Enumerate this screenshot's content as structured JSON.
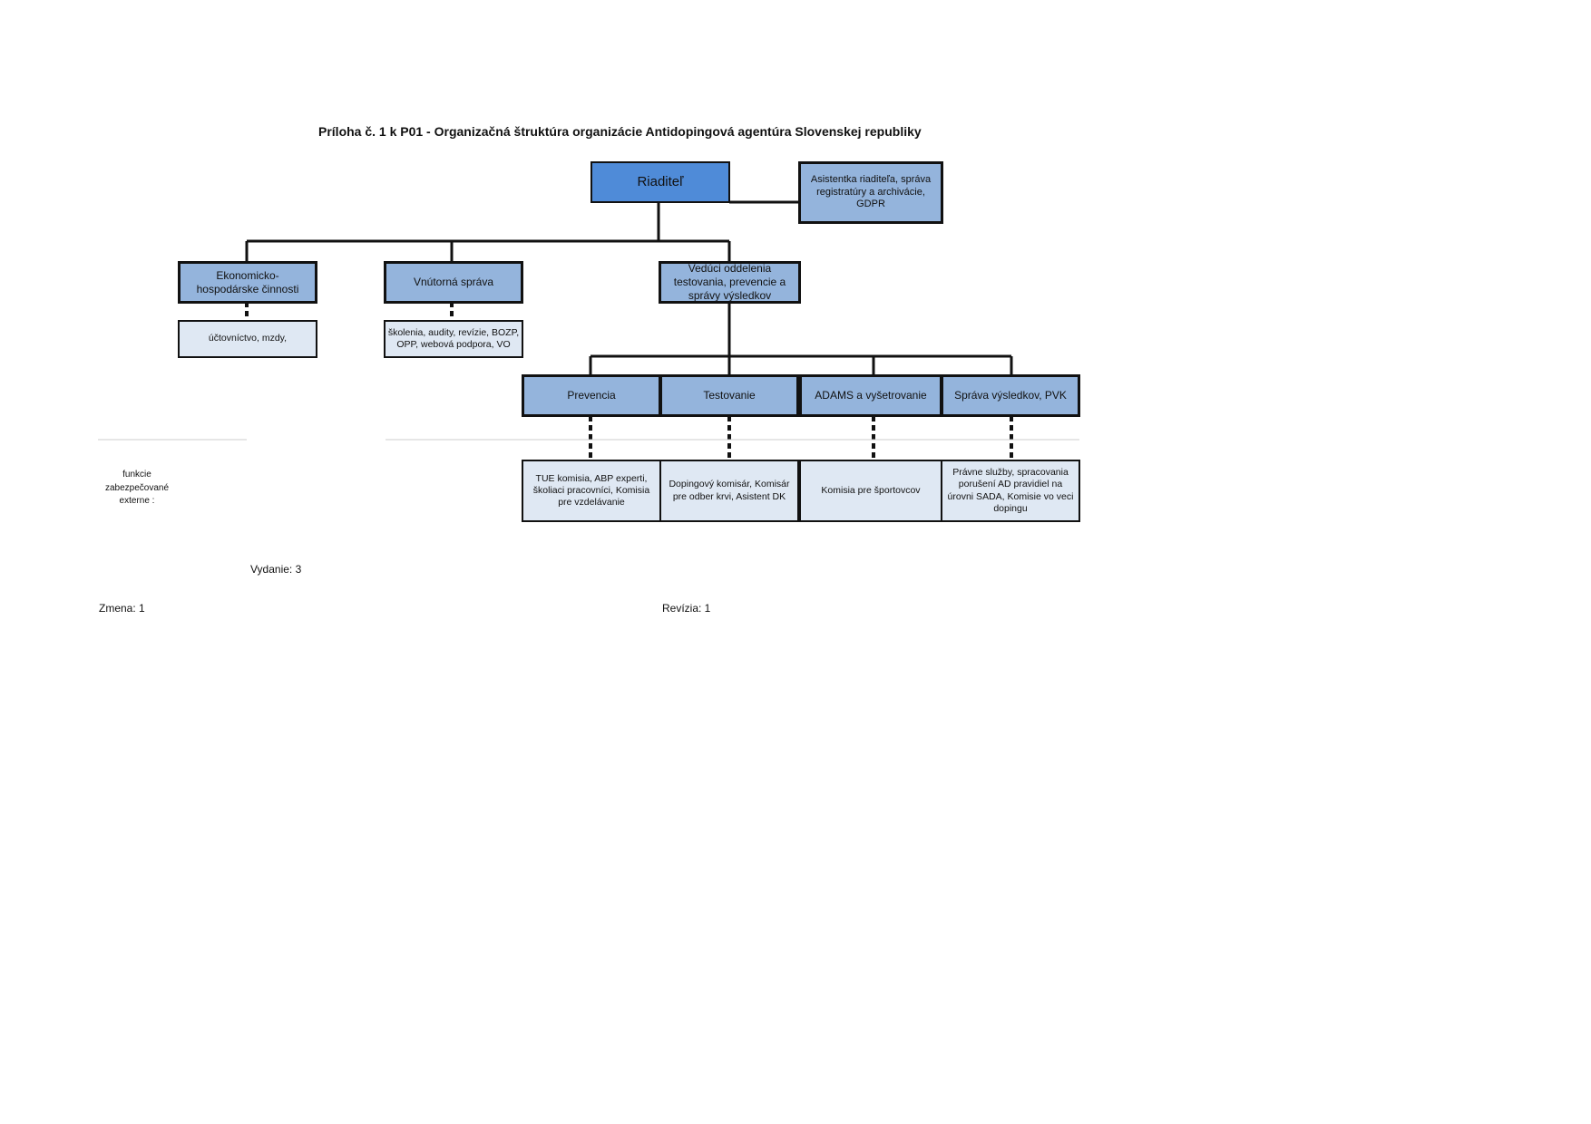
{
  "title": "Príloha č. 1 k P01 - Organizačná štruktúra organizácie Antidopingová agentúra Slovenskej republiky",
  "nodes": {
    "director": "Riaditeľ",
    "assistant": "Asistentka riaditeľa, správa registratúry a archivácie, GDPR",
    "economic": "Ekonomicko-hospodárske činnosti",
    "internal": "Vnútorná správa",
    "head": "Vedúci oddelenia testovania, prevencie a správy výsledkov",
    "prevention": "Prevencia",
    "testing": "Testovanie",
    "adams": "ADAMS a vyšetrovanie",
    "results": "Správa výsledkov, PVK"
  },
  "sub_items": {
    "economic": "účtovníctvo, mzdy,",
    "internal": "školenia, audity, revízie, BOZP, OPP, webová podpora, VO",
    "prevention": "TUE komisia, ABP experti, školiaci pracovníci, Komisia pre vzdelávanie",
    "testing": "Dopingový komisár, Komisár pre odber krvi, Asistent DK",
    "adams": "Komisia pre športovcov",
    "results": "Právne služby, spracovania porušení AD pravidiel na úrovni SADA, Komisie vo veci dopingu"
  },
  "external_label": "funkcie zabezpečované externe :",
  "footer": {
    "edition": "Vydanie: 3",
    "change": "Zmena: 1",
    "revision": "Revízia: 1"
  }
}
